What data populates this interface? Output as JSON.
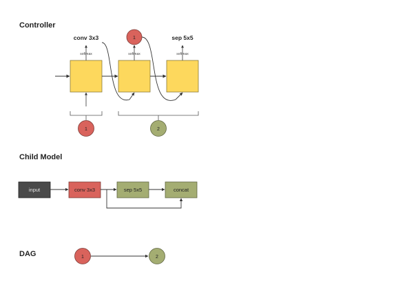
{
  "sections": {
    "controller": "Controller",
    "child_model": "Child Model",
    "dag": "DAG"
  },
  "controller": {
    "outputs": [
      "conv 3x3",
      "",
      "sep 5x5"
    ],
    "softmax_label": "softmax",
    "feedback_node": "1",
    "group_nodes": [
      "1",
      "2"
    ]
  },
  "child_model": {
    "blocks": [
      "input",
      "conv 3x3",
      "sep 5x5",
      "concat"
    ]
  },
  "dag": {
    "nodes": [
      "1",
      "2"
    ]
  },
  "colors": {
    "controller_cell": "#fdd85d",
    "node_red": "#d9635c",
    "node_green": "#a4ad72",
    "input_block": "#4a4a4a",
    "conv_block": "#d9635c",
    "sep_block": "#a4ad72",
    "concat_block": "#a4ad72"
  }
}
